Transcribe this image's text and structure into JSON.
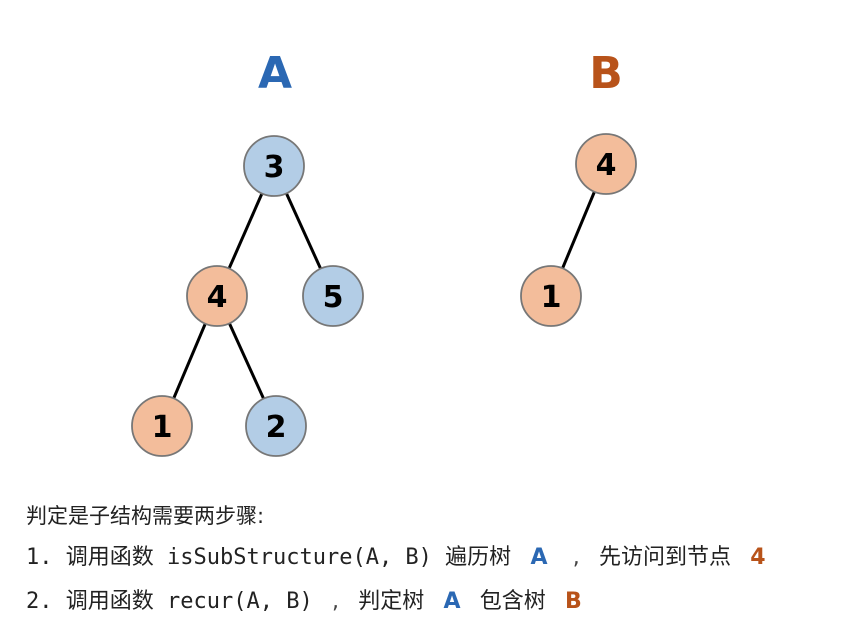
{
  "colors": {
    "blue_fill": "#b3cde6",
    "orange_fill": "#f3bd9b",
    "blue_text": "#2b68b3",
    "orange_text": "#b8531a",
    "edge": "#000000"
  },
  "tree_a": {
    "title": "A",
    "nodes": [
      {
        "id": "a3",
        "label": "3",
        "fill": "blue"
      },
      {
        "id": "a4",
        "label": "4",
        "fill": "orange"
      },
      {
        "id": "a5",
        "label": "5",
        "fill": "blue"
      },
      {
        "id": "a1",
        "label": "1",
        "fill": "orange"
      },
      {
        "id": "a2",
        "label": "2",
        "fill": "blue"
      }
    ],
    "edges": [
      [
        "a3",
        "a4"
      ],
      [
        "a3",
        "a5"
      ],
      [
        "a4",
        "a1"
      ],
      [
        "a4",
        "a2"
      ]
    ]
  },
  "tree_b": {
    "title": "B",
    "nodes": [
      {
        "id": "b4",
        "label": "4",
        "fill": "orange"
      },
      {
        "id": "b1",
        "label": "1",
        "fill": "orange"
      }
    ],
    "edges": [
      [
        "b4",
        "b1"
      ]
    ]
  },
  "text": {
    "intro": "判定是子结构需要两步骤:",
    "step1_num": "1.",
    "step1_verb": "调用函数",
    "step1_code": "isSubStructure(A, B)",
    "step1_mid": "遍历树",
    "step1_tree": "A",
    "step1_sep": ",",
    "step1_tail": "先访问到节点",
    "step1_node": "4",
    "step2_num": "2.",
    "step2_verb": "调用函数",
    "step2_code": "recur(A, B)",
    "step2_sep": ",",
    "step2_mid": "判定树",
    "step2_tree_a": "A",
    "step2_contains": "包含树",
    "step2_tree_b": "B"
  }
}
